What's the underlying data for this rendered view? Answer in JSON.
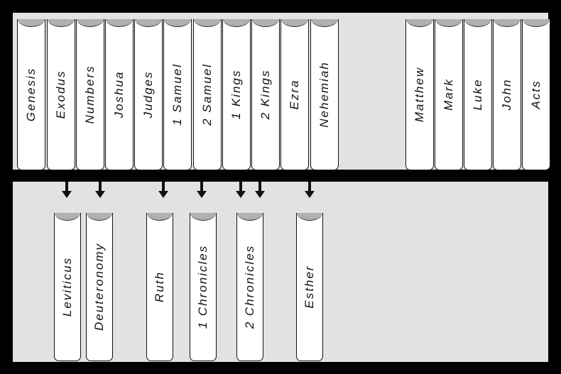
{
  "shelves": {
    "top": {
      "books": [
        "Genesis",
        "Exodus",
        "Numbers",
        "Joshua",
        "Judges",
        "1 Samuel",
        "2 Samuel",
        "1 Kings",
        "2 Kings",
        "Ezra",
        "Nehemiah",
        "Matthew",
        "Mark",
        "Luke",
        "John",
        "Acts"
      ]
    },
    "bottom": {
      "books": [
        "Leviticus",
        "Deuteronomy",
        "Ruth",
        "1 Chronicles",
        "2 Chronicles",
        "Esther"
      ]
    }
  },
  "colors": {
    "frame": "#000000",
    "shelf_background": "#e2e2e2",
    "book_body": "#ffffff",
    "book_cap": "#b0b0b0",
    "arrow": "#111111"
  },
  "arrow_count": 7
}
